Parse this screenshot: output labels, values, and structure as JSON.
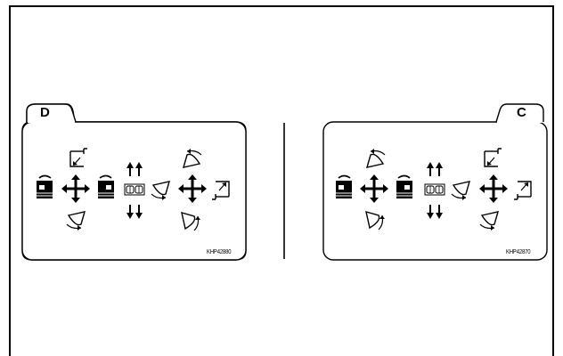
{
  "decal_d": {
    "tab_label": "D",
    "part_number": "KHP42880"
  },
  "decal_c": {
    "tab_label": "C",
    "part_number": "KHP42870"
  },
  "icons": {
    "boom_up": "boom-raise-icon",
    "boom_down": "boom-lower-icon",
    "swing_left": "swing-left-icon",
    "swing_right": "swing-right-icon",
    "arm_in": "arm-in-icon",
    "arm_out": "arm-out-icon",
    "bucket_curl": "bucket-curl-icon",
    "bucket_dump": "bucket-dump-icon",
    "pattern": "control-pattern-icon",
    "up_arrows": "double-up-arrow-icon",
    "down_arrows": "double-down-arrow-icon",
    "cross_arrows": "four-way-arrow-icon"
  },
  "colors": {
    "ink": "#000000",
    "paper": "#ffffff"
  }
}
